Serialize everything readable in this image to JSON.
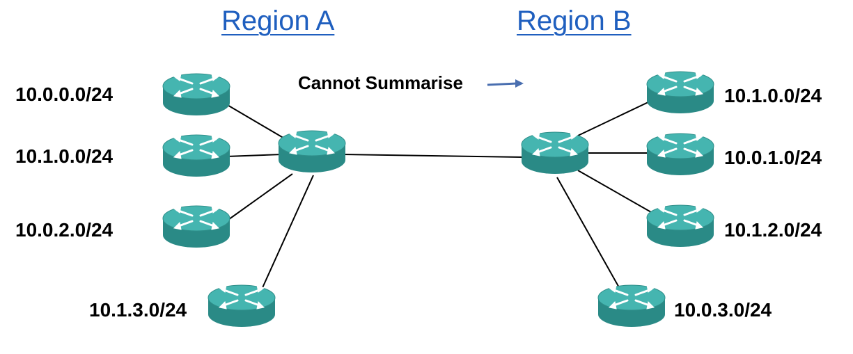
{
  "regions": {
    "a": "Region A",
    "b": "Region B"
  },
  "annotation": "Cannot Summarise",
  "region_a_networks": [
    "10.0.0.0/24",
    "10.1.0.0/24",
    "10.0.2.0/24",
    "10.1.3.0/24"
  ],
  "region_b_networks": [
    "10.1.0.0/24",
    "10.0.1.0/24",
    "10.1.2.0/24",
    "10.0.3.0/24"
  ],
  "colors": {
    "router_top": "#3aa9a4",
    "router_body": "#2a8a86",
    "title": "#1f5fbf",
    "arrow": "#4a6fb0"
  }
}
